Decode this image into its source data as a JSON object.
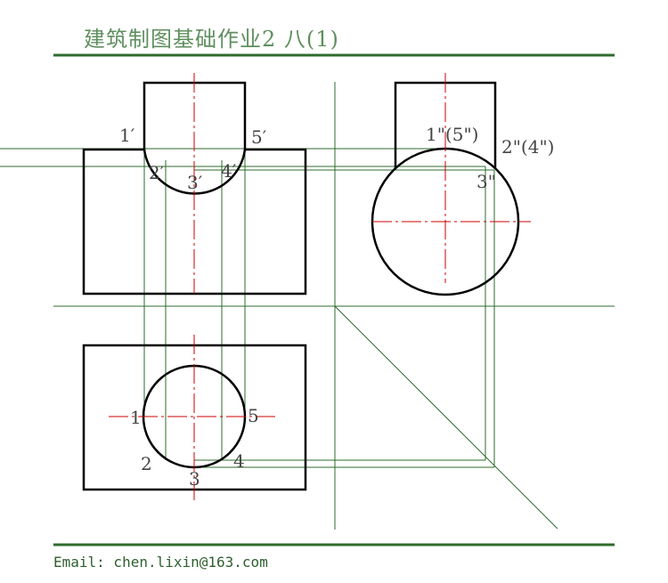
{
  "title": "建筑制图基础作业2  八(1)",
  "email": "Email: chen.lixin@163.com",
  "colors": {
    "outline": "#000000",
    "projection": "#2e6b2e",
    "centerline": "#cc0000",
    "label": "#444444",
    "rule": "#2e6b2e"
  },
  "labels": {
    "front": {
      "p1": "1′",
      "p2": "2′",
      "p3": "3′",
      "p4": "4′",
      "p5": "5′"
    },
    "side": {
      "p15": "1\"(5\")",
      "p24": "2\"(4\")",
      "p3": "3\""
    },
    "top": {
      "p1": "1",
      "p2": "2",
      "p3": "3",
      "p4": "4",
      "p5": "5"
    }
  }
}
